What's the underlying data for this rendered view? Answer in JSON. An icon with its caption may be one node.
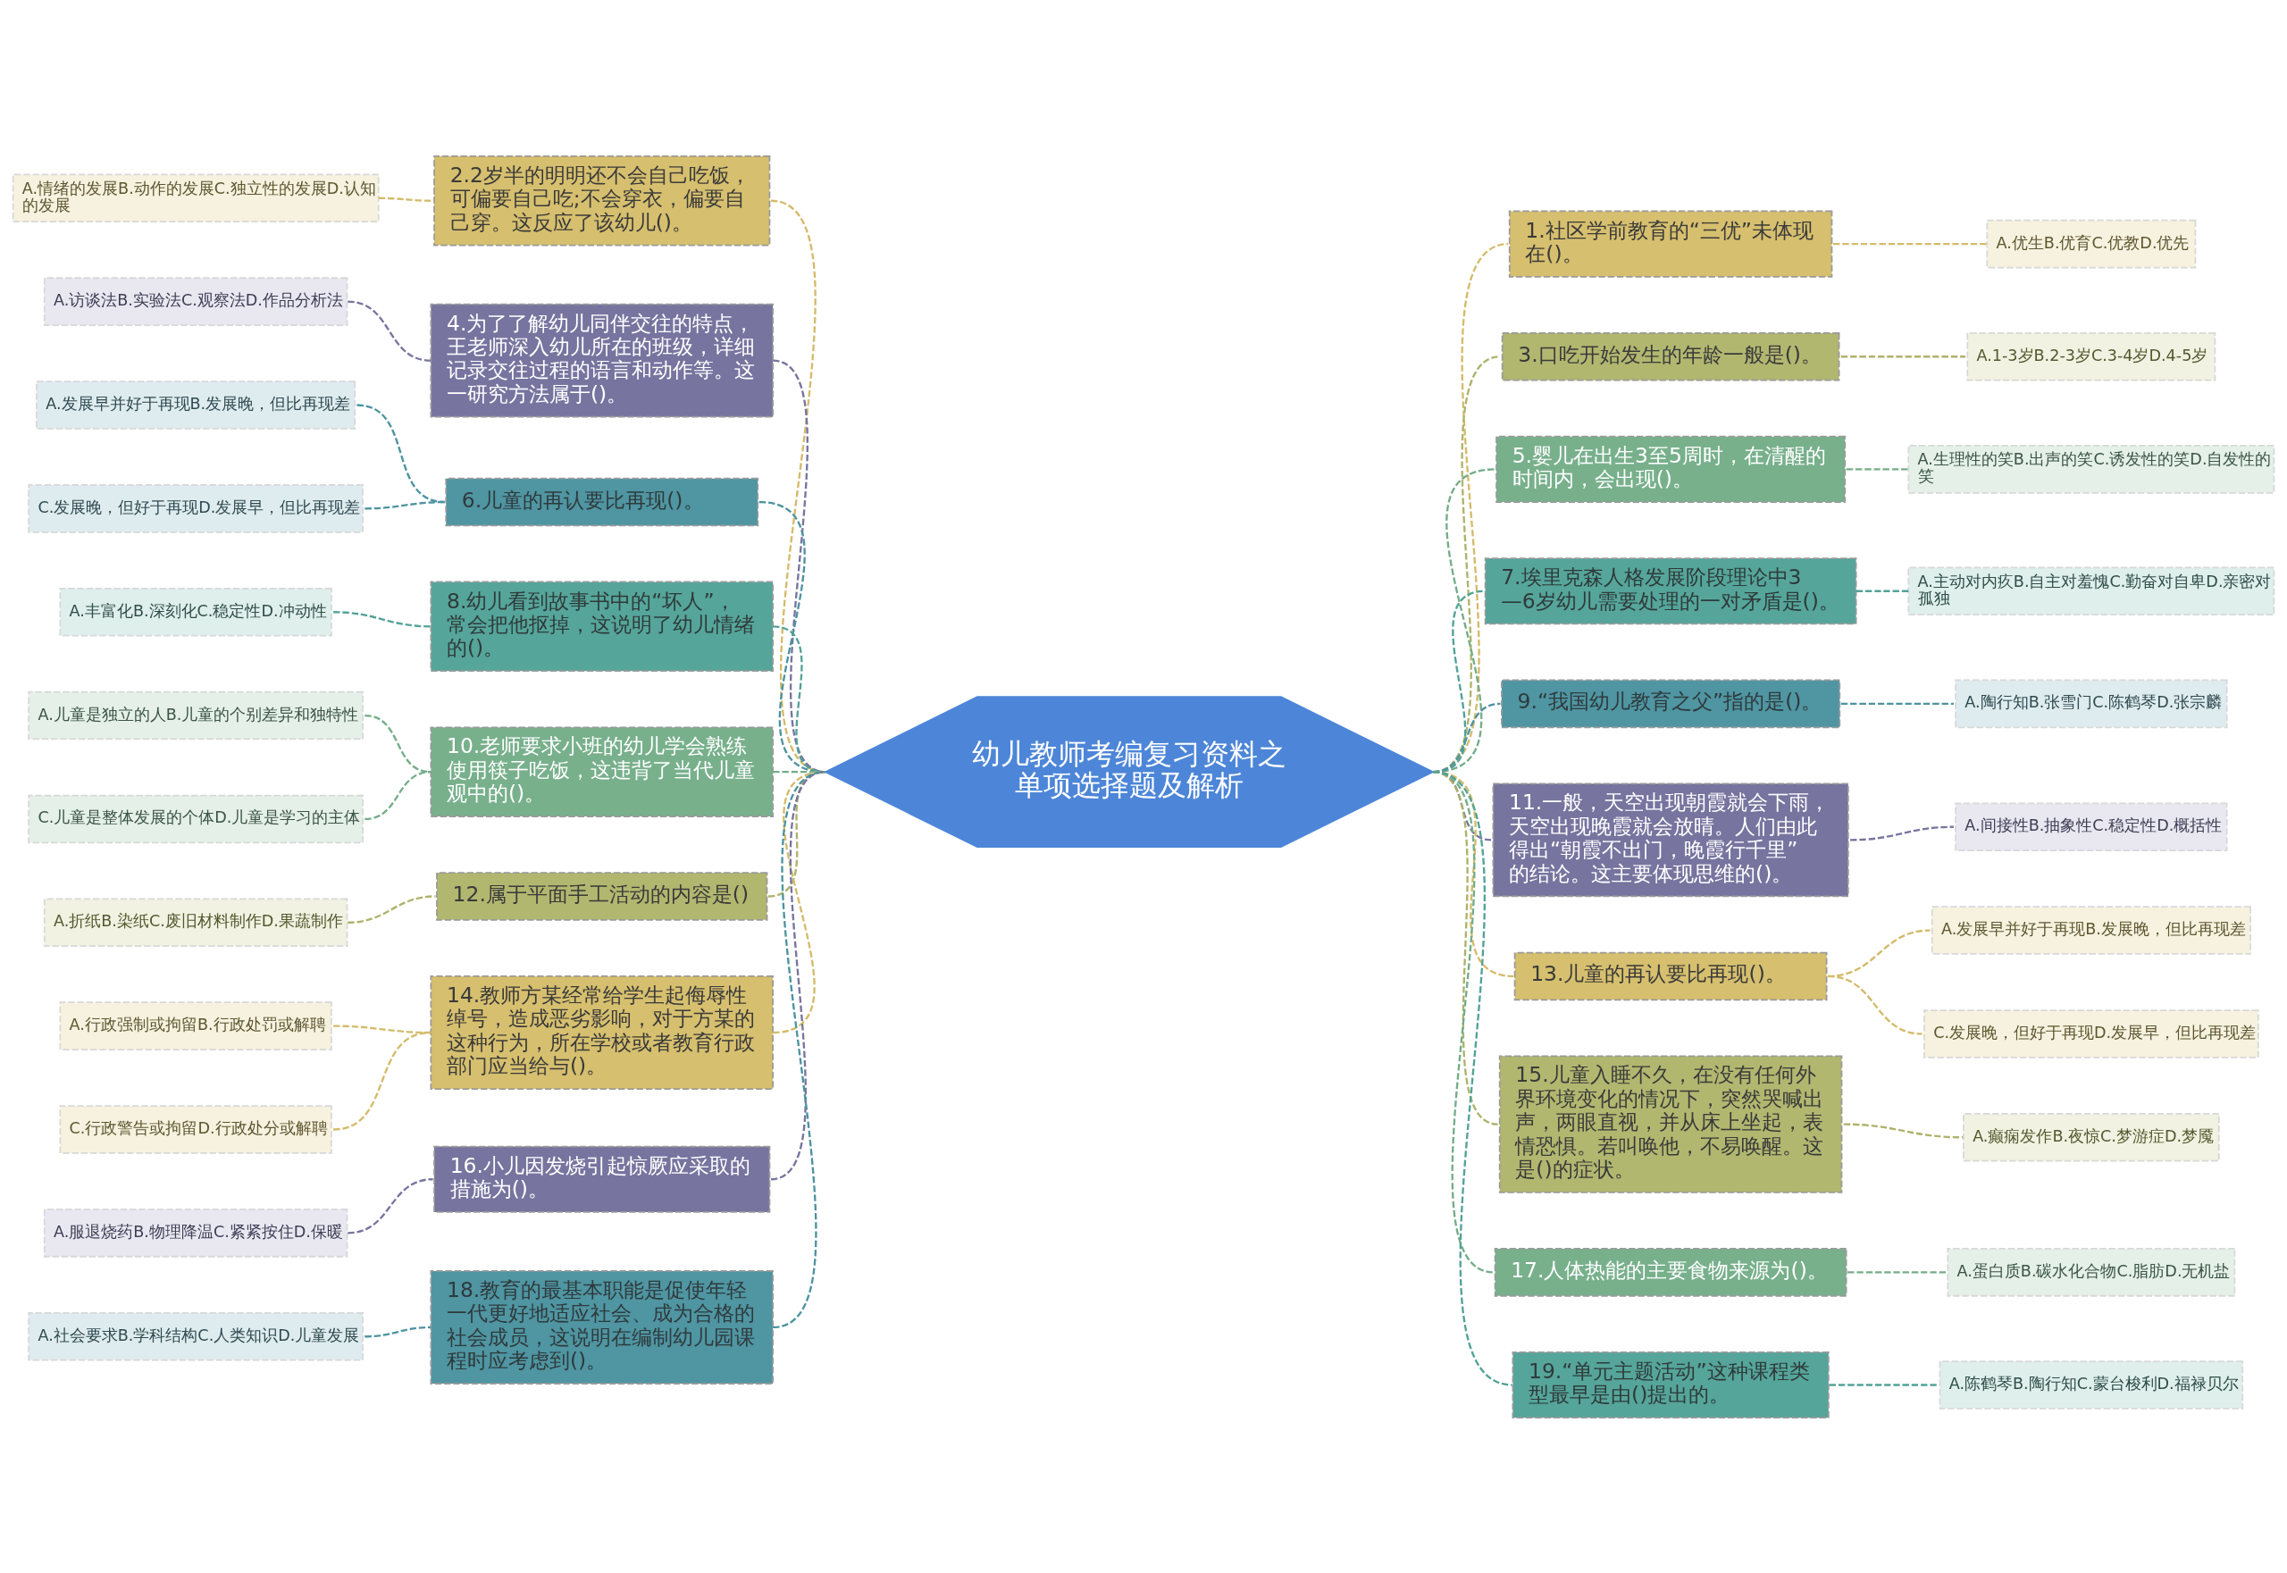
{
  "diagram": {
    "nodes": [
      {
        "text": [
          "幼儿教师考编复习资料之单项选择题及解析"
        ]
      },
      {
        "text": [
          "1.社区学前教育的“三优”未体现在()。"
        ]
      },
      {
        "text": [
          "A.优生B.优育C.优教D.优先"
        ]
      },
      {
        "text": [
          "2.2岁半的明明还不会自己吃饭，可偏要自己吃;不会穿衣，偏要自己穿。这反应了该幼儿()。"
        ]
      },
      {
        "text": [
          "A.情绪的发展B.动作的发展C.独立性的发展D.认知的发展"
        ]
      },
      {
        "text": [
          "3.口吃开始发生的年龄一般是()。"
        ]
      },
      {
        "text": [
          "A.1-3岁B.2-3岁C.3-4岁D.4-5岁"
        ]
      },
      {
        "text": [
          "4.为了了解幼儿同伴交往的特点，王老师深入幼儿所在的班级，详细记录交往过程的语言和动作等。这一研究方法属于()。"
        ]
      },
      {
        "text": [
          "A.访谈法B.实验法C.观察法D.作品分析法"
        ]
      },
      {
        "text": [
          "5.婴儿在出生3至5周时，在清醒的时间内，会出现()。"
        ]
      },
      {
        "text": [
          "A.生理性的笑B.出声的笑C.诱发性的笑D.自发性的笑"
        ]
      },
      {
        "text": [
          "6.儿童的再认要比再现()。"
        ]
      },
      {
        "text": [
          "A.发展早并好于再现B.发展晚，但比再现差"
        ]
      },
      {
        "text": [
          "C.发展晚，但好于再现D.发展早，但比再现差"
        ]
      },
      {
        "text": [
          "7.埃里克森人格发展阶段理论中3—6岁幼儿需要处理的一对矛盾是()。"
        ]
      },
      {
        "text": [
          "A.主动对内疚B.自主对羞愧C.勤奋对自卑D.亲密对孤独"
        ]
      },
      {
        "text": [
          "8.幼儿看到故事书中的“坏人”，常会把他抠掉，这说明了幼儿情绪的()。"
        ]
      },
      {
        "text": [
          "A.丰富化B.深刻化C.稳定性D.冲动性"
        ]
      },
      {
        "text": [
          "9.“我国幼儿教育之父”指的是()。"
        ]
      },
      {
        "text": [
          "A.陶行知B.张雪门C.陈鹤琴D.张宗麟"
        ]
      },
      {
        "text": [
          "10.老师要求小班的幼儿学会熟练使用筷子吃饭，这违背了当代儿童观中的()。"
        ]
      },
      {
        "text": [
          "A.儿童是独立的人B.儿童的个别差异和独特性"
        ]
      },
      {
        "text": [
          "C.儿童是整体发展的个体D.儿童是学习的主体"
        ]
      },
      {
        "text": [
          "11.一般，天空出现朝霞就会下雨，天空出现晚霞就会放晴。人们由此得出“朝霞不出门，晚霞行千里”的结论。这主要体现思维的()。"
        ]
      },
      {
        "text": [
          "A.间接性B.抽象性C.稳定性D.概括性"
        ]
      },
      {
        "text": [
          "12.属于平面手工活动的内容是()"
        ]
      },
      {
        "text": [
          "A.折纸B.染纸C.废旧材料制作D.果蔬制作"
        ]
      },
      {
        "text": [
          "13.儿童的再认要比再现()。"
        ]
      },
      {
        "text": [
          "A.发展早并好于再现B.发展晚，但比再现差"
        ]
      },
      {
        "text": [
          "C.发展晚，但好于再现D.发展早，但比再现差"
        ]
      },
      {
        "text": [
          "14.教师方某经常给学生起侮辱性绰号，造成恶劣影响，对于方某的这种行为，所在学校或者教育行政部门应当给与()。"
        ]
      },
      {
        "text": [
          "A.行政强制或拘留B.行政处罚或解聘"
        ]
      },
      {
        "text": [
          "C.行政警告或拘留D.行政处分或解聘"
        ]
      },
      {
        "text": [
          "15.儿童入睡不久，在没有任何外界环境变化的情况下，突然哭喊出声，两眼直视，并从床上坐起，表情恐惧。若叫唤他，不易唤醒。这是()的症状。"
        ]
      },
      {
        "text": [
          "A.癫痫发作B.夜惊C.梦游症D.梦魇"
        ]
      },
      {
        "text": [
          "16.小儿因发烧引起惊厥应采取的措施为()。"
        ]
      },
      {
        "text": [
          "A.服退烧药B.物理降温C.紧紧按住D.保暖"
        ]
      },
      {
        "text": [
          "17.人体热能的主要食物来源为()。"
        ]
      },
      {
        "text": [
          "A.蛋白质B.碳水化合物C.脂肪D.无机盐"
        ]
      },
      {
        "text": [
          "18.教育的最基本职能是促使年轻一代更好地适应社会、成为合格的社会成员，这说明在编制幼儿园课程时应考虑到()。"
        ]
      },
      {
        "text": [
          "A.社会要求B.学科结构C.人类知识D.儿童发展"
        ]
      },
      {
        "text": [
          "19.“单元主题活动”这种课程类型最早是由()提出的。"
        ]
      },
      {
        "text": [
          "A.陈鹤琴B.陶行知C.蒙台梭利D.福禄贝尔"
        ]
      }
    ],
    "edges": [
      {
        "from": 0,
        "to": 1,
        "arrow": "none",
        "style": "dashed",
        "color": "#d4bb6a"
      },
      {
        "from": 1,
        "to": 2,
        "arrow": "none",
        "style": "dashed",
        "color": "#d4bb6a"
      },
      {
        "from": 0,
        "to": 3,
        "arrow": "none",
        "style": "dashed",
        "color": "#d4bb6a"
      },
      {
        "from": 3,
        "to": 4,
        "arrow": "none",
        "style": "dashed",
        "color": "#d4bb6a"
      },
      {
        "from": 0,
        "to": 5,
        "arrow": "none",
        "style": "dashed",
        "color": "#adb36a"
      },
      {
        "from": 5,
        "to": 6,
        "arrow": "none",
        "style": "dashed",
        "color": "#adb36a"
      },
      {
        "from": 0,
        "to": 7,
        "arrow": "none",
        "style": "dashed",
        "color": "#77749f"
      },
      {
        "from": 7,
        "to": 8,
        "arrow": "none",
        "style": "dashed",
        "color": "#77749f"
      },
      {
        "from": 0,
        "to": 9,
        "arrow": "none",
        "style": "dashed",
        "color": "#74ad88"
      },
      {
        "from": 9,
        "to": 10,
        "arrow": "none",
        "style": "dashed",
        "color": "#74ad88"
      },
      {
        "from": 0,
        "to": 11,
        "arrow": "none",
        "style": "dashed",
        "color": "#4c93a0"
      },
      {
        "from": 11,
        "to": 12,
        "arrow": "none",
        "style": "dashed",
        "color": "#4c93a0"
      },
      {
        "from": 11,
        "to": 13,
        "arrow": "none",
        "style": "dashed",
        "color": "#4c93a0"
      },
      {
        "from": 0,
        "to": 14,
        "arrow": "none",
        "style": "dashed",
        "color": "#52a297"
      },
      {
        "from": 14,
        "to": 15,
        "arrow": "none",
        "style": "dashed",
        "color": "#52a297"
      },
      {
        "from": 0,
        "to": 16,
        "arrow": "none",
        "style": "dashed",
        "color": "#52a297"
      },
      {
        "from": 16,
        "to": 17,
        "arrow": "none",
        "style": "dashed",
        "color": "#52a297"
      },
      {
        "from": 0,
        "to": 18,
        "arrow": "none",
        "style": "dashed",
        "color": "#4c93a0"
      },
      {
        "from": 18,
        "to": 19,
        "arrow": "none",
        "style": "dashed",
        "color": "#4c93a0"
      },
      {
        "from": 0,
        "to": 20,
        "arrow": "none",
        "style": "dashed",
        "color": "#74ad88"
      },
      {
        "from": 20,
        "to": 21,
        "arrow": "none",
        "style": "dashed",
        "color": "#74ad88"
      },
      {
        "from": 20,
        "to": 22,
        "arrow": "none",
        "style": "dashed",
        "color": "#74ad88"
      },
      {
        "from": 0,
        "to": 23,
        "arrow": "none",
        "style": "dashed",
        "color": "#77749f"
      },
      {
        "from": 23,
        "to": 24,
        "arrow": "none",
        "style": "dashed",
        "color": "#77749f"
      },
      {
        "from": 0,
        "to": 25,
        "arrow": "none",
        "style": "dashed",
        "color": "#adb36a"
      },
      {
        "from": 25,
        "to": 26,
        "arrow": "none",
        "style": "dashed",
        "color": "#adb36a"
      },
      {
        "from": 0,
        "to": 27,
        "arrow": "none",
        "style": "dashed",
        "color": "#d4bb6a"
      },
      {
        "from": 27,
        "to": 28,
        "arrow": "none",
        "style": "dashed",
        "color": "#d4bb6a"
      },
      {
        "from": 27,
        "to": 29,
        "arrow": "none",
        "style": "dashed",
        "color": "#d4bb6a"
      },
      {
        "from": 0,
        "to": 30,
        "arrow": "none",
        "style": "dashed",
        "color": "#d4bb6a"
      },
      {
        "from": 30,
        "to": 31,
        "arrow": "none",
        "style": "dashed",
        "color": "#d4bb6a"
      },
      {
        "from": 30,
        "to": 32,
        "arrow": "none",
        "style": "dashed",
        "color": "#d4bb6a"
      },
      {
        "from": 0,
        "to": 33,
        "arrow": "none",
        "style": "dashed",
        "color": "#adb36a"
      },
      {
        "from": 33,
        "to": 34,
        "arrow": "none",
        "style": "dashed",
        "color": "#adb36a"
      },
      {
        "from": 0,
        "to": 35,
        "arrow": "none",
        "style": "dashed",
        "color": "#77749f"
      },
      {
        "from": 35,
        "to": 36,
        "arrow": "none",
        "style": "dashed",
        "color": "#77749f"
      },
      {
        "from": 0,
        "to": 37,
        "arrow": "none",
        "style": "dashed",
        "color": "#74ad88"
      },
      {
        "from": 37,
        "to": 38,
        "arrow": "none",
        "style": "dashed",
        "color": "#74ad88"
      },
      {
        "from": 0,
        "to": 39,
        "arrow": "none",
        "style": "dashed",
        "color": "#4c93a0"
      },
      {
        "from": 39,
        "to": 40,
        "arrow": "none",
        "style": "dashed",
        "color": "#4c93a0"
      },
      {
        "from": 0,
        "to": 41,
        "arrow": "none",
        "style": "dashed",
        "color": "#52a297"
      },
      {
        "from": 41,
        "to": 42,
        "arrow": "none",
        "style": "dashed",
        "color": "#52a297"
      }
    ]
  }
}
